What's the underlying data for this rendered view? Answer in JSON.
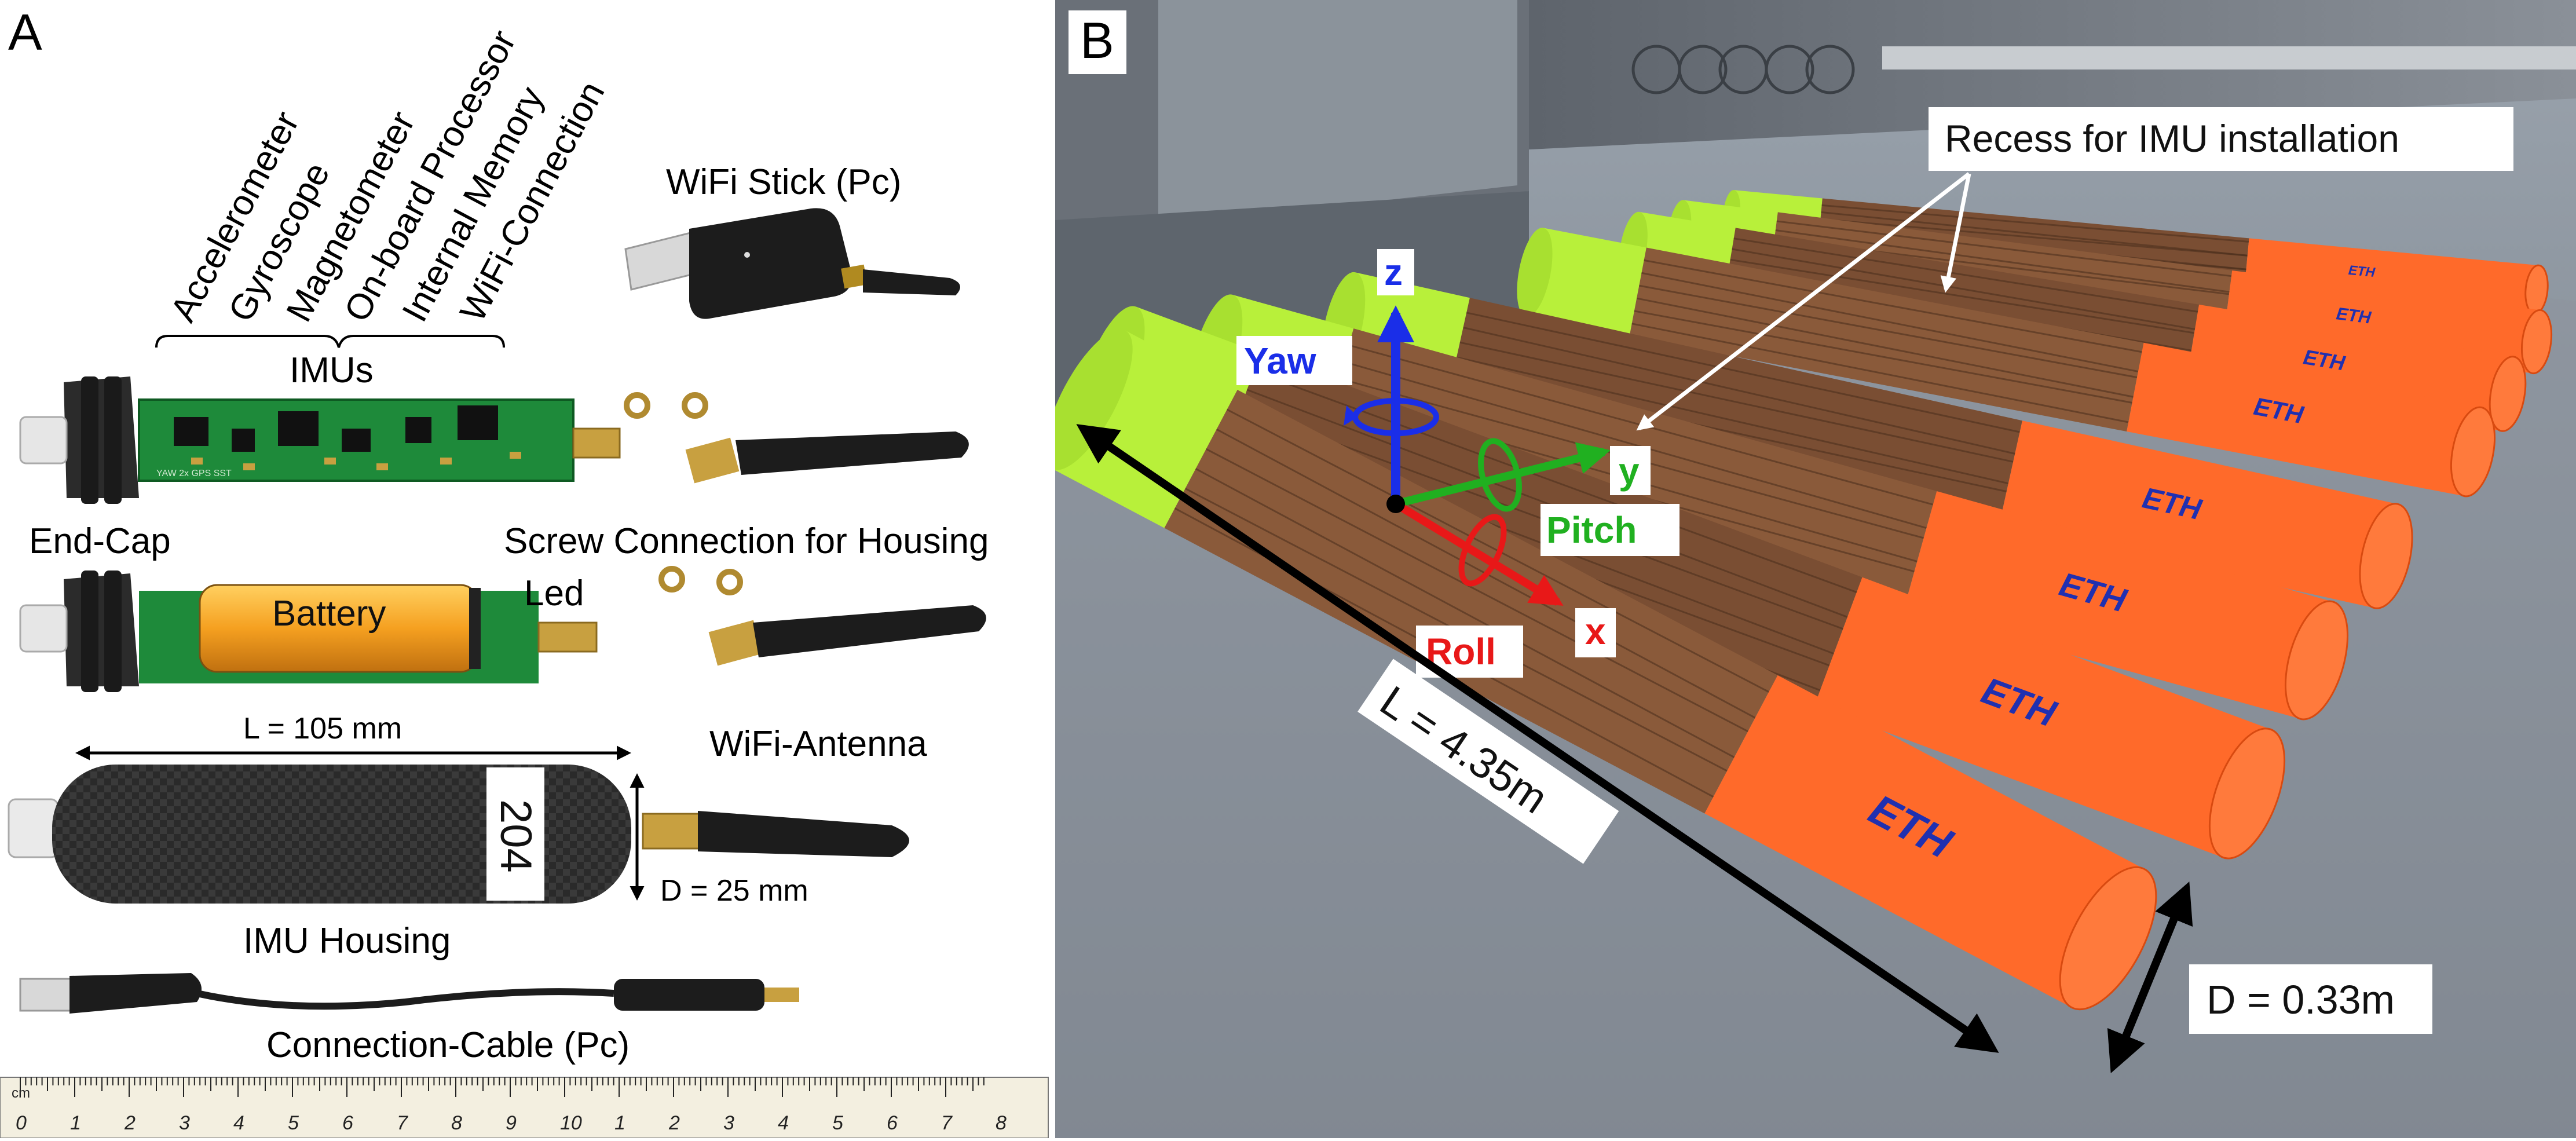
{
  "panel_a": {
    "letter": "A",
    "imu_components": [
      "Accelerometer",
      "Gyroscope",
      "Magnetometer",
      "On-board Processor",
      "Internal Memory",
      "WiFi-Connection"
    ],
    "imus_label": "IMUs",
    "wifi_stick_label": "WiFi Stick (Pc)",
    "end_cap_label": "End-Cap",
    "screw_label": "Screw Connection for Housing",
    "led_label": "Led",
    "battery_label": "Battery",
    "length_label": "L = 105 mm",
    "antenna_label": "WiFi-Antenna",
    "housing_number": "204",
    "diameter_label": "D = 25 mm",
    "housing_label": "IMU Housing",
    "cable_label": "Connection-Cable (Pc)",
    "ruler_unit": "cm",
    "ruler_ticks": [
      "0",
      "1",
      "2",
      "3",
      "4",
      "5",
      "6",
      "7",
      "8",
      "9",
      "10",
      "1",
      "2",
      "3",
      "4",
      "5",
      "6",
      "7",
      "8"
    ],
    "pcb_marking": "YAW 2x GPS SST"
  },
  "panel_b": {
    "letter": "B",
    "recess_label": "Recess for IMU installation",
    "axis_z": "z",
    "axis_y": "y",
    "axis_x": "x",
    "yaw_label": "Yaw",
    "pitch_label": "Pitch",
    "roll_label": "Roll",
    "length_label": "L = 4.35m",
    "diameter_label": "D = 0.33m",
    "log_marking": "ETH"
  },
  "colors": {
    "log_orange": "#ff6a2a",
    "log_green": "#b8f03a",
    "bark": "#7a4e33",
    "pcb_green": "#1e8a3a",
    "axis_blue": "#1a2ee8",
    "axis_green": "#20b020",
    "axis_red": "#e81818"
  }
}
